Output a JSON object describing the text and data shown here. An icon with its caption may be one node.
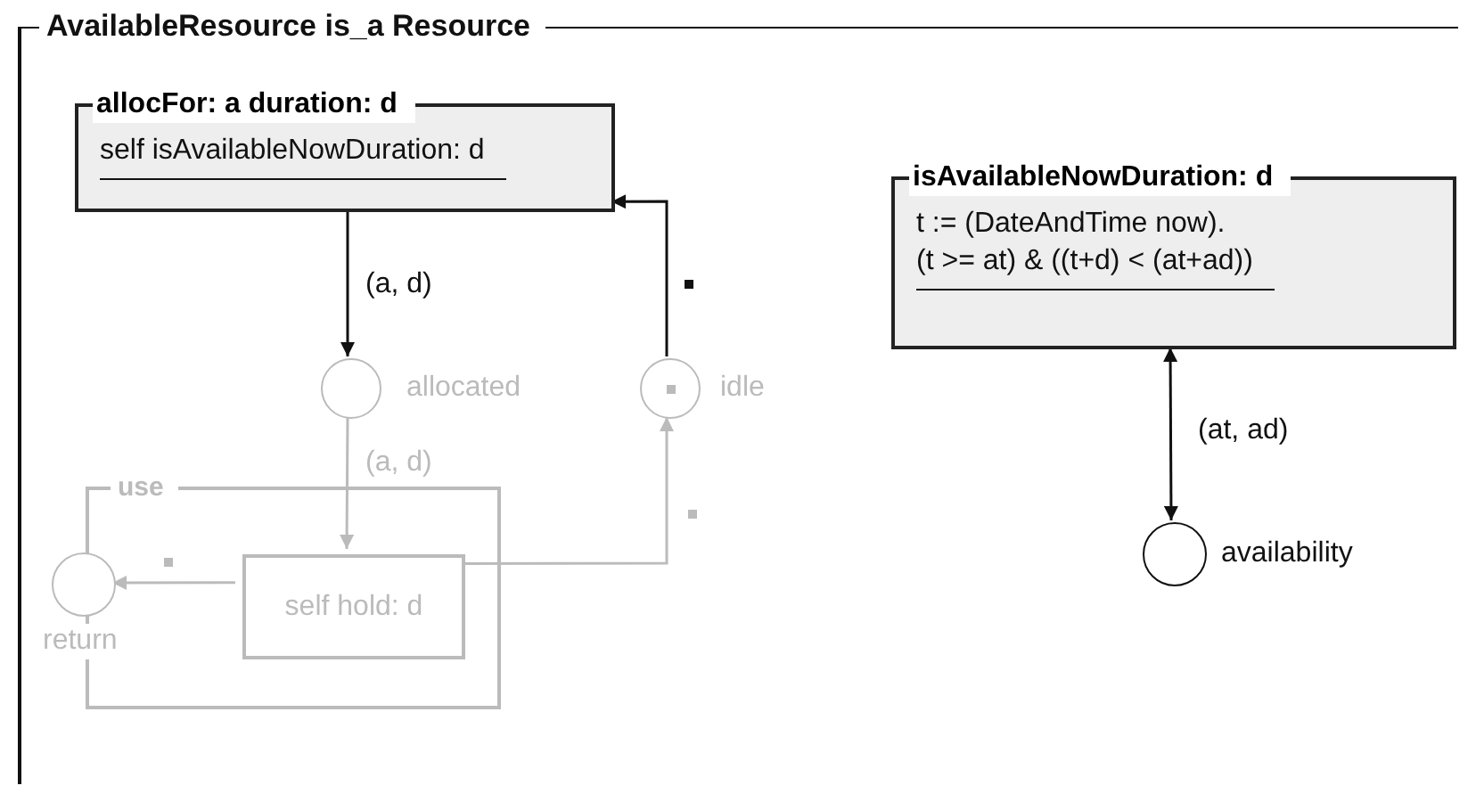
{
  "diagram": {
    "nodes": [
      {
        "text": [
          "AvailableResource is_a Resource"
        ]
      },
      {
        "text": [
          "allocFor: a duration: d",
          "self isAvailableNowDuration: d"
        ],
        "in": 0
      },
      {
        "text": [],
        "shape": "circle",
        "beside": [
          "allocated"
        ],
        "in": 0
      },
      {
        "text": [],
        "shape": "circle",
        "beside": [
          "idle"
        ],
        "in": 0
      },
      {
        "text": [
          "use"
        ],
        "in": 0
      },
      {
        "text": [],
        "shape": "circle",
        "beside": [
          "return"
        ],
        "in": 0
      },
      {
        "text": [
          "self hold: d"
        ],
        "in": 4
      },
      {
        "text": [
          "isAvailableNowDuration: d",
          "t := (DateAndTime now).",
          "(t >= at) & ((t+d) < (at+ad))"
        ],
        "in": 0
      },
      {
        "text": [],
        "shape": "circle",
        "beside": [
          "availability"
        ],
        "in": 0
      }
    ],
    "edges": [
      {
        "from": 1,
        "to": 2,
        "arrow": "to",
        "label": "(a, d)"
      },
      {
        "from": 3,
        "to": 1,
        "arrow": "to"
      },
      {
        "from": 2,
        "to": 6,
        "arrow": "to",
        "label": "(a, d)",
        "color": "#bbbbbb"
      },
      {
        "from": 6,
        "to": 5,
        "arrow": "to",
        "color": "#bbbbbb"
      },
      {
        "from": 6,
        "to": 3,
        "arrow": "to",
        "color": "#bbbbbb"
      },
      {
        "from": 7,
        "to": 8,
        "arrow": "both",
        "label": "(at, ad)"
      }
    ]
  }
}
